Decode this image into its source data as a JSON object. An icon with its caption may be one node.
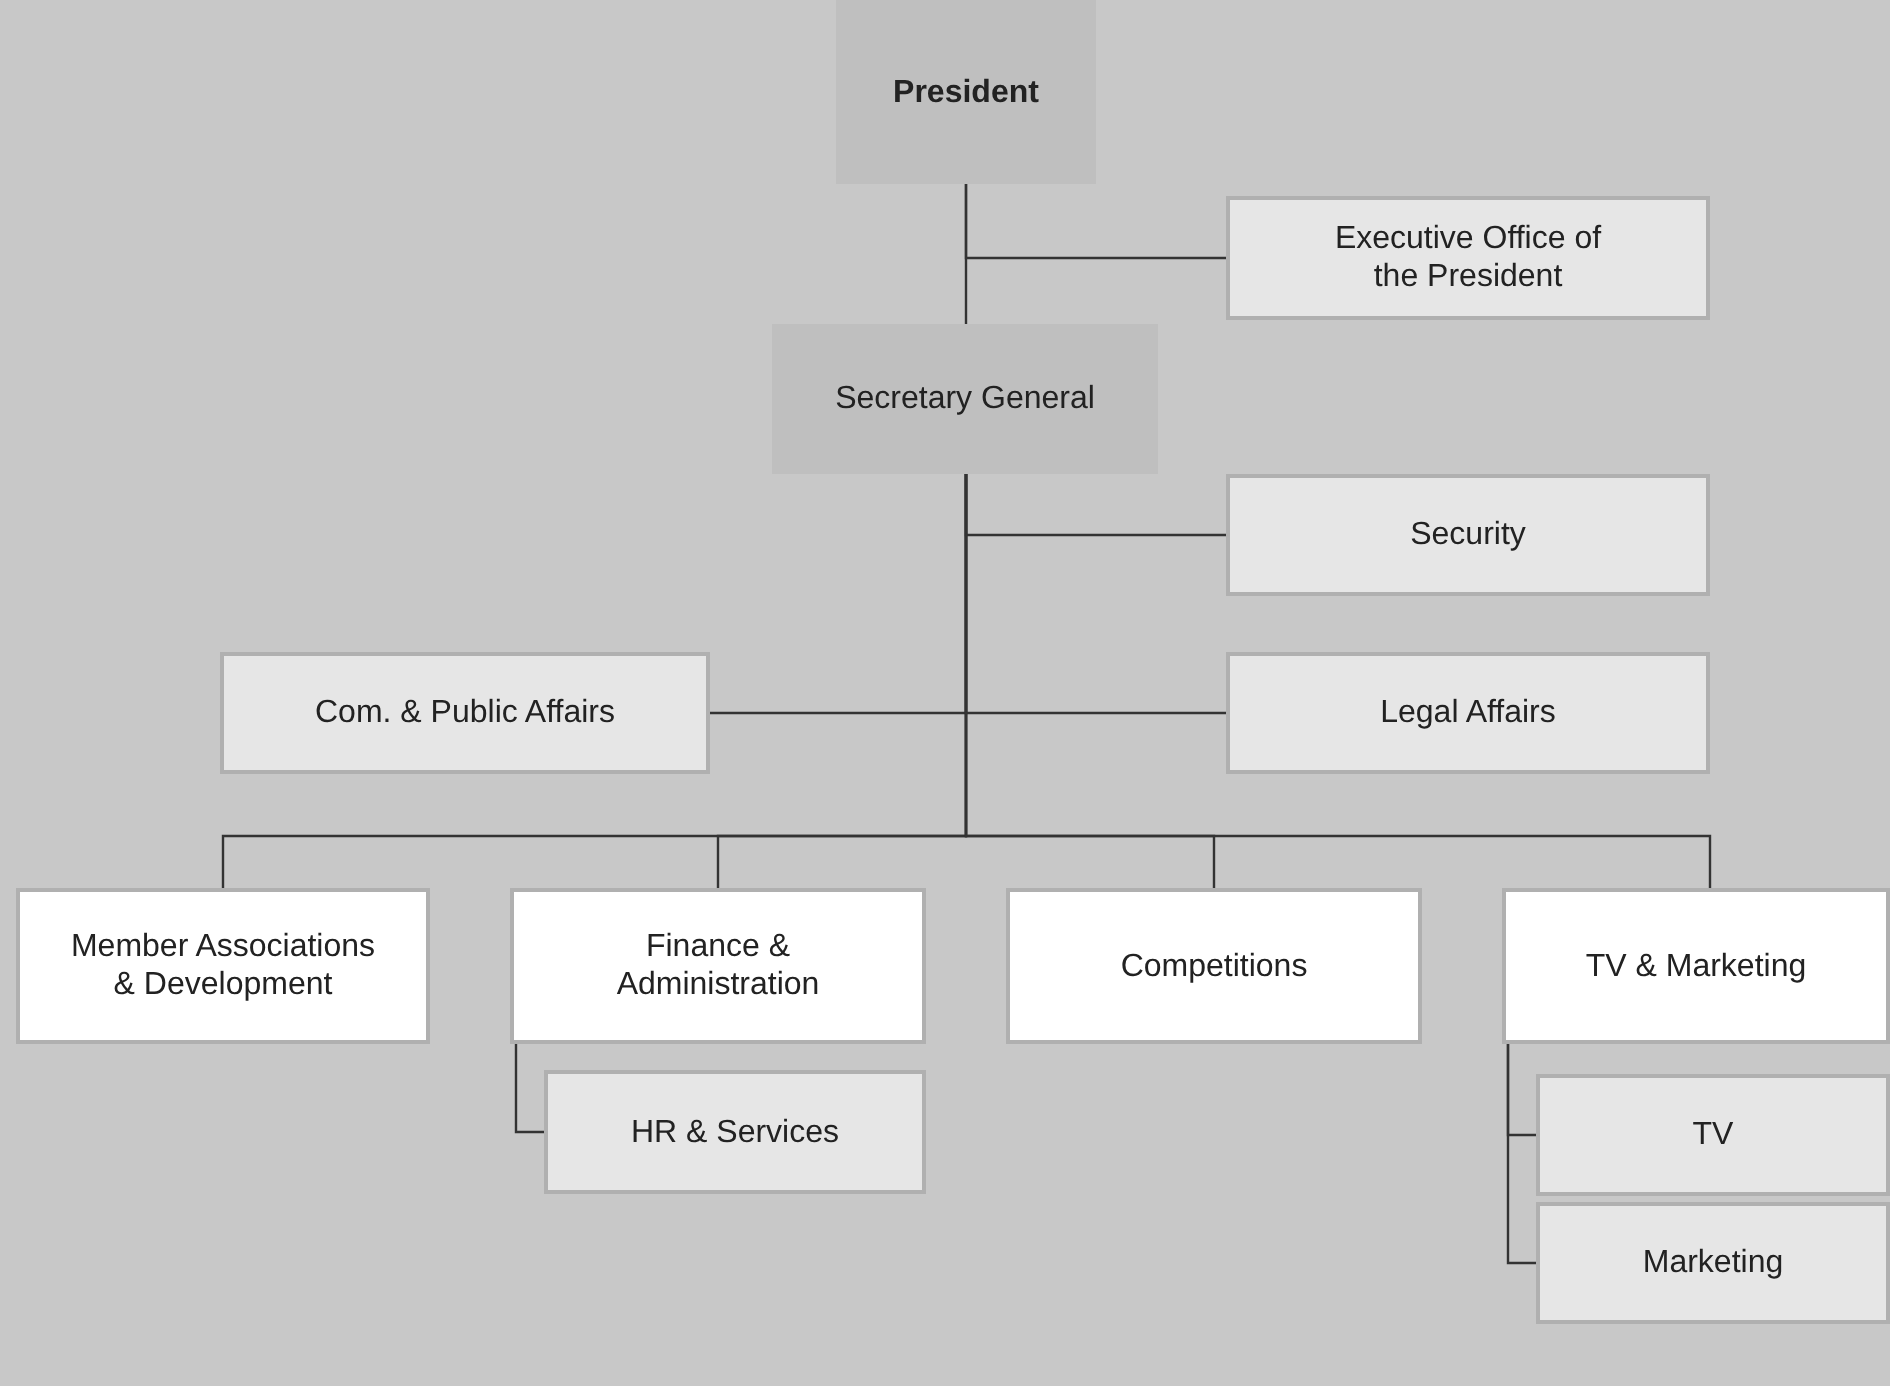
{
  "diagram": {
    "nodes": [
      {
        "text": [
          "President"
        ]
      },
      {
        "text": [
          "Executive Office of the President"
        ]
      },
      {
        "text": [
          "Secretary General"
        ]
      },
      {
        "text": [
          "Security"
        ]
      },
      {
        "text": [
          "Com. & Public Affairs"
        ]
      },
      {
        "text": [
          "Legal Affairs"
        ]
      },
      {
        "text": [
          "Member Associations & Development"
        ]
      },
      {
        "text": [
          "Finance & Administration"
        ]
      },
      {
        "text": [
          "Competitions"
        ]
      },
      {
        "text": [
          "TV & Marketing"
        ]
      },
      {
        "text": [
          "HR & Services"
        ]
      },
      {
        "text": [
          "TV"
        ]
      },
      {
        "text": [
          "Marketing"
        ]
      }
    ],
    "edges": [
      {
        "from": 0,
        "to": 2,
        "arrow": "none"
      },
      {
        "from": 0,
        "to": 1,
        "arrow": "none"
      },
      {
        "from": 2,
        "to": 3,
        "arrow": "none"
      },
      {
        "from": 2,
        "to": 4,
        "arrow": "none"
      },
      {
        "from": 2,
        "to": 5,
        "arrow": "none"
      },
      {
        "from": 2,
        "to": 6,
        "arrow": "none"
      },
      {
        "from": 2,
        "to": 7,
        "arrow": "none"
      },
      {
        "from": 2,
        "to": 8,
        "arrow": "none"
      },
      {
        "from": 2,
        "to": 9,
        "arrow": "none"
      },
      {
        "from": 7,
        "to": 10,
        "arrow": "none"
      },
      {
        "from": 9,
        "to": 11,
        "arrow": "none"
      },
      {
        "from": 9,
        "to": 12,
        "arrow": "none"
      }
    ]
  }
}
